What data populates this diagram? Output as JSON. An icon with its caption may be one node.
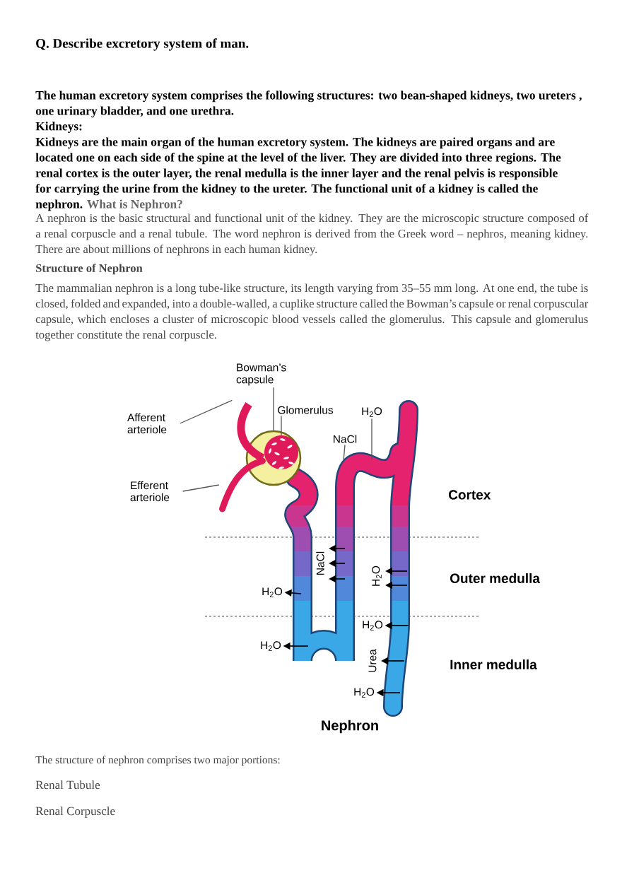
{
  "diagram": {
    "title": "Q. Describe excretory system of man.",
    "caption": "Nephron",
    "nodes": [
      {
        "text": [
          "Bowman’s capsule"
        ]
      },
      {
        "text": [
          "Glomerulus"
        ]
      },
      {
        "text": [
          "Afferent arteriole"
        ]
      },
      {
        "text": [
          "Efferent arteriole"
        ]
      },
      {
        "text": [
          "NaCl"
        ]
      },
      {
        "text": [
          "H$_{2}$O"
        ]
      },
      {
        "text": [
          "NaCl"
        ]
      },
      {
        "text": [
          "H$_{2}$O"
        ]
      },
      {
        "text": [
          "H$_{2}$O"
        ]
      },
      {
        "text": [
          "H$_{2}$O"
        ]
      },
      {
        "text": [
          "H$_{2}$O"
        ]
      },
      {
        "text": [
          "Urea"
        ]
      },
      {
        "text": [
          "H$_{2}$O"
        ]
      },
      {
        "text": [],
        "shape": "circle"
      },
      {
        "text": [],
        "shape": "circle",
        "in": 13
      },
      {
        "text": [],
        "shape": "picture"
      },
      {
        "text": [],
        "shape": "picture"
      }
    ],
    "edges": [
      {
        "from": 0,
        "to": 13,
        "arrow": "none",
        "color": "#555555"
      },
      {
        "from": 1,
        "to": 14,
        "arrow": "none",
        "color": "#555555"
      },
      {
        "from": 2,
        "to": 15,
        "arrow": "none",
        "color": "#555555"
      },
      {
        "from": 3,
        "to": 16,
        "arrow": "none",
        "color": "#555555"
      },
      {
        "from": 4,
        "to": null,
        "arrow": "none",
        "color": "#555555"
      },
      {
        "from": 5,
        "to": null,
        "arrow": "none",
        "color": "#555555"
      },
      {
        "from": null,
        "to": 6,
        "arrow": "to"
      },
      {
        "from": null,
        "to": 6,
        "arrow": "to"
      },
      {
        "from": null,
        "to": 6,
        "arrow": "to"
      },
      {
        "from": null,
        "to": 7,
        "arrow": "to"
      },
      {
        "from": null,
        "to": 7,
        "arrow": "to"
      },
      {
        "from": null,
        "to": 8,
        "arrow": "to"
      },
      {
        "from": null,
        "to": 9,
        "arrow": "to"
      },
      {
        "from": null,
        "to": 10,
        "arrow": "to"
      },
      {
        "from": null,
        "to": 11,
        "arrow": "to"
      },
      {
        "from": null,
        "to": 12,
        "arrow": "to"
      }
    ],
    "labels": [
      "The human excretory system comprises the following structures: two bean-shaped kidneys, two ureters , one urinary bladder, and one urethra.",
      "Kidneys:",
      "Kidneys are the main organ of the human excretory system. The kidneys are paired organs and are located one on each side of the spine at the level of the liver. They are divided into three regions. The renal cortex is the outer layer, the renal medulla is the inner layer and the renal pelvis is responsible for carrying the urine from the kidney to the ureter. The functional unit of a kidney is called the nephron.",
      "What is Nephron?",
      "A nephron is the basic structural and functional unit of the kidney. They are the microscopic structure composed of a renal corpuscle and a renal tubule. The word nephron is derived from the Greek word – nephros, meaning kidney. There are about millions of nephrons in each human kidney.",
      "Structure of Nephron",
      "The mammalian nephron is a long tube-like structure, its length varying from 35–55 mm long. At one end, the tube is closed, folded and expanded, into a double-walled, a cuplike structure called the Bowman’s capsule or renal corpuscular capsule, which encloses a cluster of microscopic blood vessels called the glomerulus. This capsule and glomerulus together constitute the renal corpuscle.",
      "Cortex",
      "Outer medulla",
      "Inner medulla",
      "The structure of nephron comprises two major portions:",
      "Renal Tubule",
      "Renal Corpuscle"
    ]
  }
}
